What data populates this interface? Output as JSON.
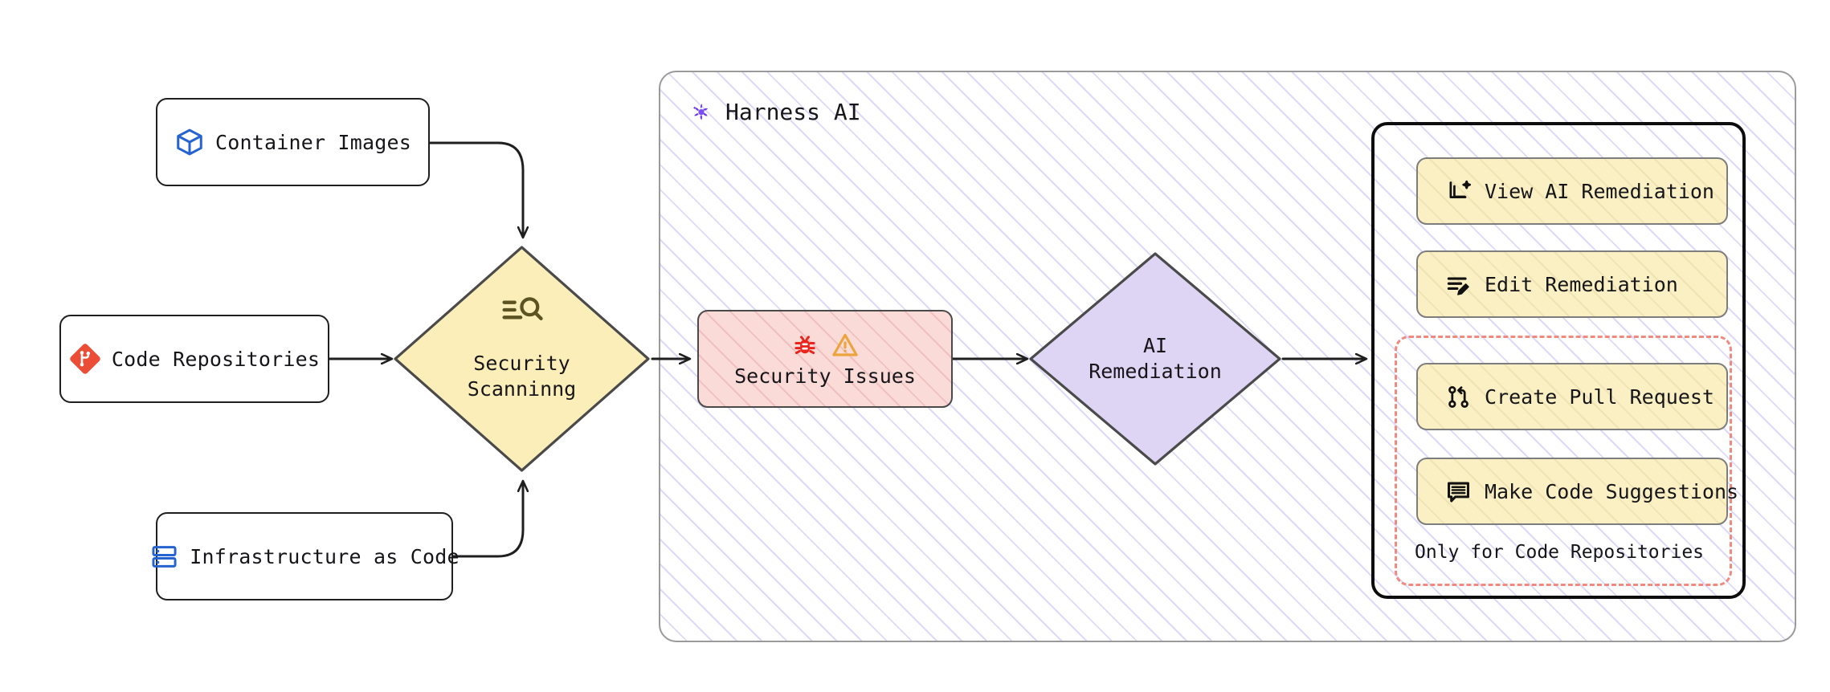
{
  "diagram": {
    "title": "Harness AI Security Scanning and Remediation Flow",
    "colors": {
      "scan_fill": "#fbeeb8",
      "issue_fill": "#fadbd8",
      "remediation_fill": "#ded4f4",
      "action_fill": "#fbf0c4",
      "cluster_hatch": "#8c80f0",
      "dashed_border": "#f08a7e",
      "git_icon": "#ec4d37",
      "container_icon": "#2563d1",
      "iac_icon": "#2563d1",
      "bug_icon": "#e8241c",
      "warning_icon": "#eba53c",
      "harness_logo": "#6d3bf0",
      "node_border": "#1f1f1f"
    }
  },
  "sources": [
    {
      "id": "container-images",
      "label": "Container Images",
      "icon": "container-cube-icon"
    },
    {
      "id": "code-repositories",
      "label": "Code Repositories",
      "icon": "git-icon"
    },
    {
      "id": "infrastructure-as-code",
      "label": "Infrastructure as Code",
      "icon": "server-rack-icon"
    }
  ],
  "scan": {
    "id": "security-scanning",
    "label": "Security\nScanninng",
    "icon": "scan-search-icon",
    "shape": "diamond"
  },
  "cluster": {
    "id": "harness-ai",
    "title": "Harness AI",
    "logo_icon": "harness-logo-icon"
  },
  "issues": {
    "id": "security-issues",
    "label": "Security Issues",
    "icons": [
      "bug-icon",
      "warning-triangle-icon"
    ]
  },
  "remediation": {
    "id": "ai-remediation",
    "label": "AI\nRemediation",
    "shape": "diamond"
  },
  "actions": {
    "items": [
      {
        "id": "view-ai-remediation",
        "label": "View AI Remediation",
        "icon": "ai-document-sparkle-icon",
        "restricted": false
      },
      {
        "id": "edit-remediation",
        "label": "Edit Remediation",
        "icon": "edit-lines-pencil-icon",
        "restricted": false
      },
      {
        "id": "create-pull-request",
        "label": "Create Pull Request",
        "icon": "pull-request-icon",
        "restricted": true
      },
      {
        "id": "make-code-suggestions",
        "label": "Make Code Suggestions",
        "icon": "comment-lines-icon",
        "restricted": true
      }
    ],
    "restriction_note": "Only for Code Repositories"
  },
  "edges": [
    {
      "from": "container-images",
      "to": "security-scanning",
      "style": "curved-elbow"
    },
    {
      "from": "code-repositories",
      "to": "security-scanning",
      "style": "straight"
    },
    {
      "from": "infrastructure-as-code",
      "to": "security-scanning",
      "style": "curved-elbow"
    },
    {
      "from": "security-scanning",
      "to": "security-issues",
      "style": "straight"
    },
    {
      "from": "security-issues",
      "to": "ai-remediation",
      "style": "straight"
    },
    {
      "from": "ai-remediation",
      "to": "actions-panel",
      "style": "straight"
    }
  ]
}
